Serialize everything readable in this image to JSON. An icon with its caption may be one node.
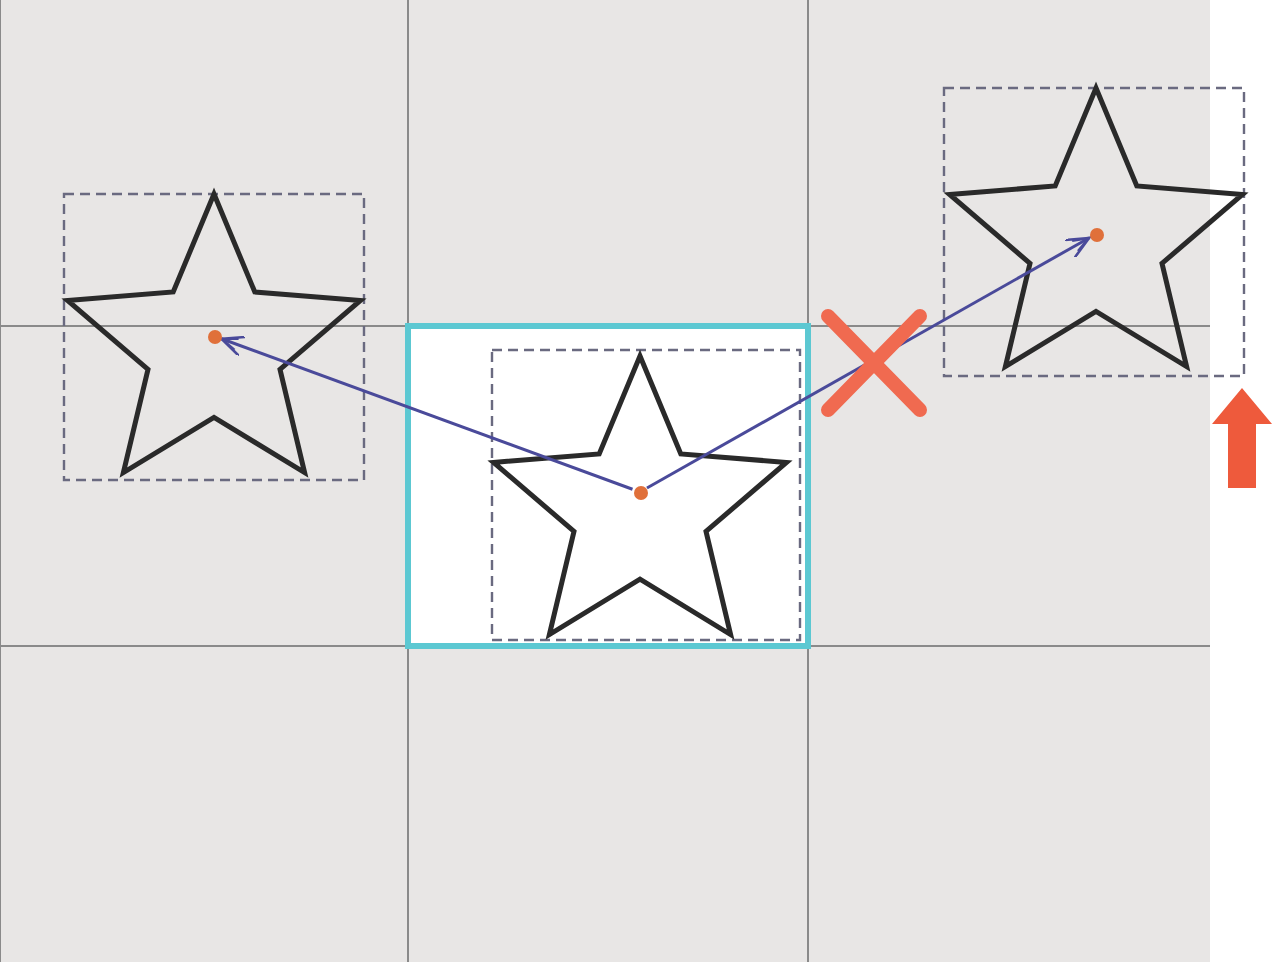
{
  "diagram": {
    "nodes": [
      {
        "text": [],
        "shape": "circle"
      },
      {
        "text": [],
        "shape": "circle"
      },
      {
        "text": [],
        "shape": "circle"
      }
    ],
    "edges": [
      {
        "from": 1,
        "to": 0,
        "arrow": "to"
      },
      {
        "from": 1,
        "to": 2,
        "arrow": "to"
      }
    ]
  }
}
